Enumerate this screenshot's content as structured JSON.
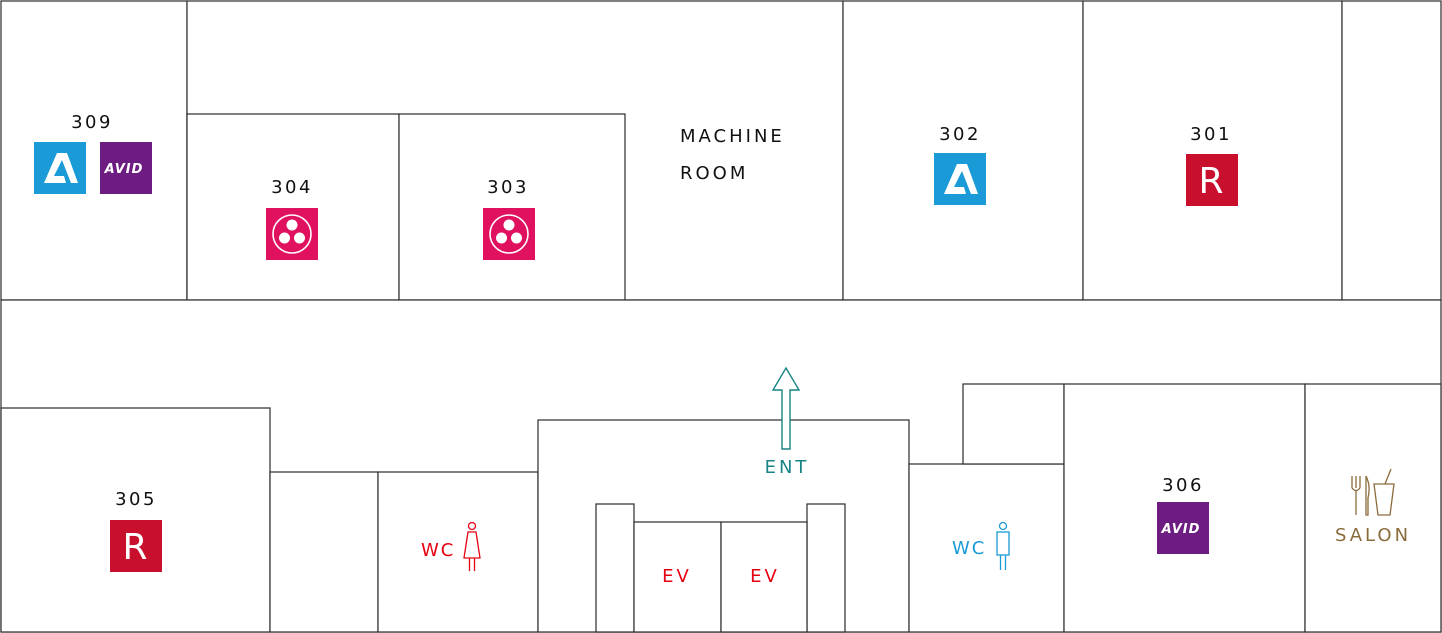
{
  "rooms": {
    "r309": {
      "number": "309",
      "logos": [
        "autodesk-logo",
        "avid-logo"
      ]
    },
    "r304": {
      "number": "304",
      "logos": [
        "davinci-resolve-logo"
      ]
    },
    "r303": {
      "number": "303",
      "logos": [
        "davinci-resolve-logo"
      ]
    },
    "machine_room": {
      "line1": "MACHINE",
      "line2": "ROOM"
    },
    "r302": {
      "number": "302",
      "logos": [
        "autodesk-logo"
      ]
    },
    "r301": {
      "number": "301",
      "logos": [
        "r-logo"
      ]
    },
    "r305": {
      "number": "305",
      "logos": [
        "r-logo"
      ]
    },
    "r306": {
      "number": "306",
      "logos": [
        "avid-logo"
      ]
    }
  },
  "facilities": {
    "wc_women": {
      "label": "WC",
      "icon": "female-person-icon"
    },
    "wc_men": {
      "label": "WC",
      "icon": "male-person-icon"
    },
    "ev_left": {
      "label": "EV"
    },
    "ev_right": {
      "label": "EV"
    },
    "entrance": {
      "label": "ENT",
      "icon": "up-arrow-icon"
    },
    "salon": {
      "label": "SALON",
      "icon": "fork-knife-cup-icon"
    }
  },
  "logos": {
    "r_logo_text": "R",
    "avid_logo_text": "AVID"
  },
  "colors": {
    "autodesk_blue": "#1a9ad6",
    "avid_purple": "#6d1d81",
    "resolve_pink": "#e0115f",
    "r_red": "#c8102e",
    "wc_women": "#e60012",
    "wc_men": "#1a9ad6",
    "ev": "#e60012",
    "entrance": "#188485",
    "salon": "#8b6b3b"
  }
}
